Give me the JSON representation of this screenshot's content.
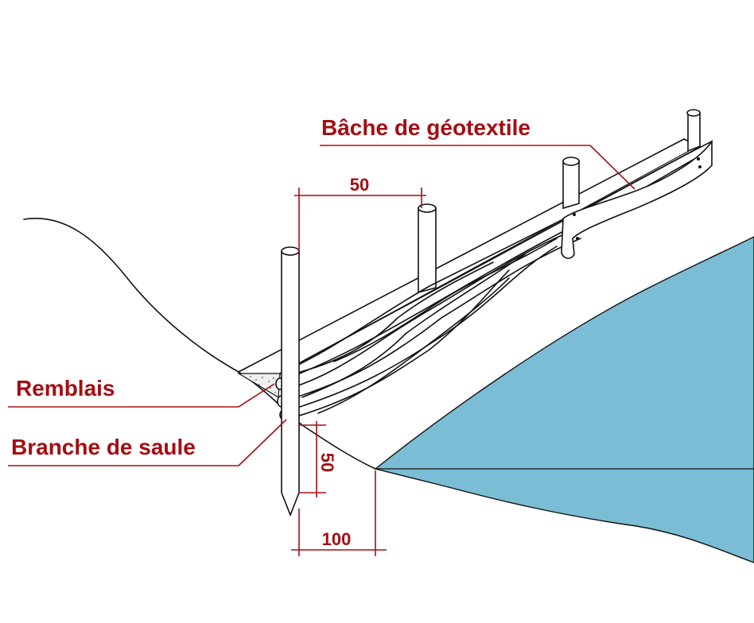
{
  "labels": {
    "geotextile": "Bâche de géotextile",
    "remblais": "Remblais",
    "branche": "Branche de saule"
  },
  "dimensions": {
    "post_spacing": "50",
    "post_depth": "50",
    "offset_from_water": "100"
  },
  "colors": {
    "water": "#7bbdd4",
    "label_red": "#a50d12"
  }
}
